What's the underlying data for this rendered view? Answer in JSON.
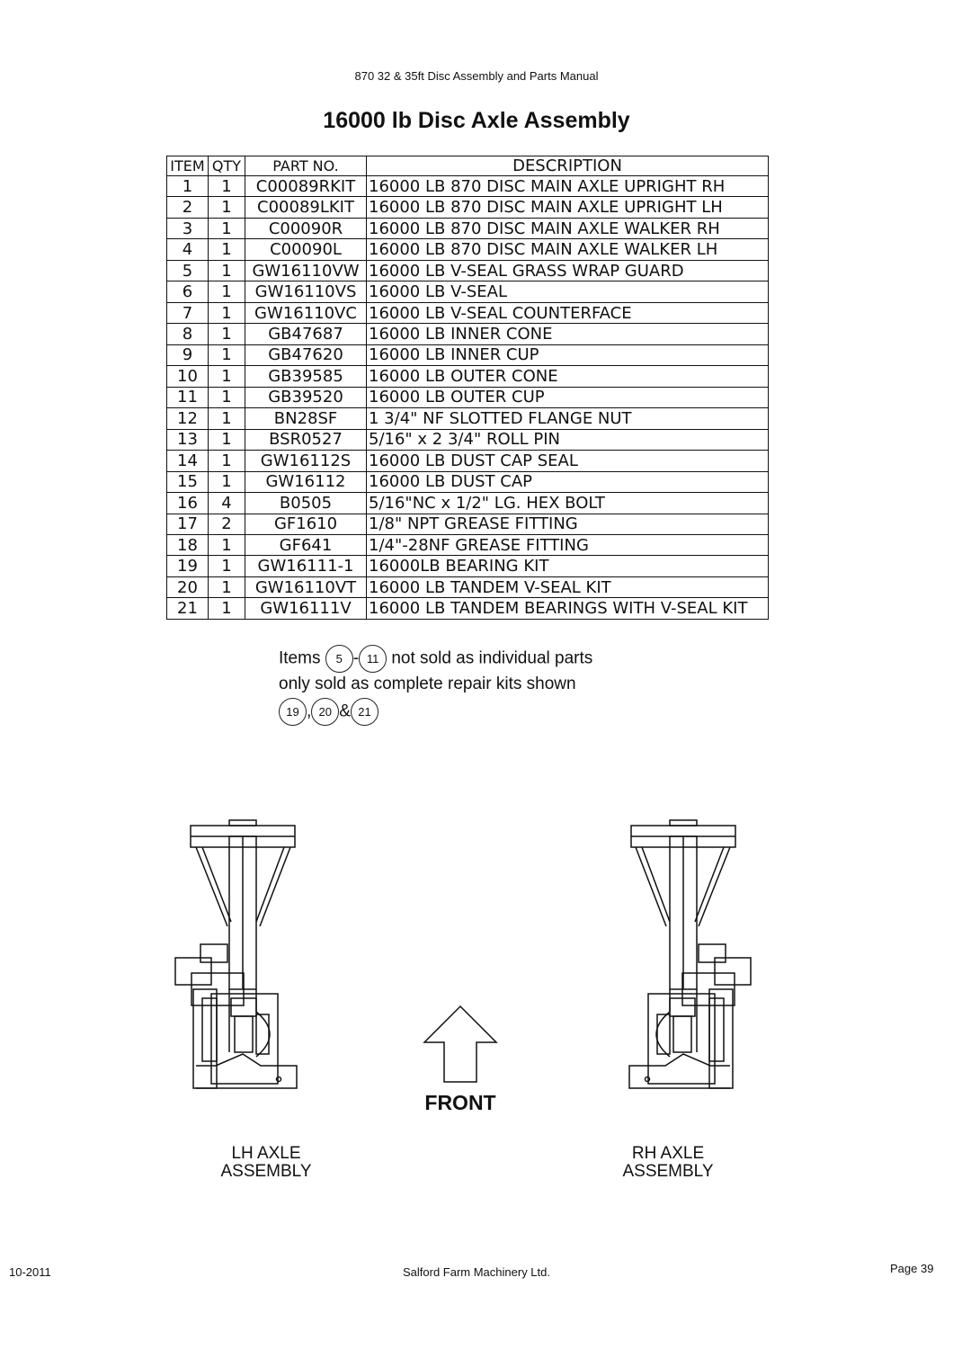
{
  "header": "870 32 & 35ft Disc Assembly and Parts Manual",
  "title": "16000 lb Disc Axle Assembly",
  "table": {
    "headers": [
      "ITEM",
      "QTY",
      "PART NO.",
      "DESCRIPTION"
    ],
    "rows": [
      [
        "1",
        "1",
        "C00089RKIT",
        "16000 LB 870 DISC MAIN AXLE UPRIGHT RH"
      ],
      [
        "2",
        "1",
        "C00089LKIT",
        "16000 LB 870 DISC MAIN AXLE UPRIGHT LH"
      ],
      [
        "3",
        "1",
        "C00090R",
        "16000 LB 870 DISC MAIN AXLE WALKER RH"
      ],
      [
        "4",
        "1",
        "C00090L",
        "16000 LB 870 DISC MAIN AXLE WALKER LH"
      ],
      [
        "5",
        "1",
        "GW16110VW",
        "16000 LB V-SEAL GRASS WRAP GUARD"
      ],
      [
        "6",
        "1",
        "GW16110VS",
        "16000 LB V-SEAL"
      ],
      [
        "7",
        "1",
        "GW16110VC",
        "16000 LB V-SEAL COUNTERFACE"
      ],
      [
        "8",
        "1",
        "GB47687",
        "16000 LB INNER CONE"
      ],
      [
        "9",
        "1",
        "GB47620",
        "16000 LB INNER CUP"
      ],
      [
        "10",
        "1",
        "GB39585",
        "16000 LB OUTER CONE"
      ],
      [
        "11",
        "1",
        "GB39520",
        "16000 LB OUTER CUP"
      ],
      [
        "12",
        "1",
        "BN28SF",
        "1 3/4\" NF SLOTTED FLANGE NUT"
      ],
      [
        "13",
        "1",
        "BSR0527",
        "5/16\" x 2 3/4\" ROLL PIN"
      ],
      [
        "14",
        "1",
        "GW16112S",
        "16000 LB DUST CAP SEAL"
      ],
      [
        "15",
        "1",
        "GW16112",
        "16000 LB DUST CAP"
      ],
      [
        "16",
        "4",
        "B0505",
        "5/16\"NC x 1/2\" LG. HEX BOLT"
      ],
      [
        "17",
        "2",
        "GF1610",
        "1/8\" NPT GREASE FITTING"
      ],
      [
        "18",
        "1",
        "GF641",
        "1/4\"-28NF GREASE FITTING"
      ],
      [
        "19",
        "1",
        "GW16111-1",
        "16000LB BEARING KIT"
      ],
      [
        "20",
        "1",
        "GW16110VT",
        "16000 LB TANDEM V-SEAL KIT"
      ],
      [
        "21",
        "1",
        "GW16111V",
        "16000 LB TANDEM BEARINGS WITH V-SEAL KIT"
      ]
    ]
  },
  "note": {
    "items_word": "Items",
    "start_item": "5",
    "dash": "-",
    "end_item": "11",
    "line1_tail": "not sold as individual parts",
    "line2": "only sold as complete repair kits shown",
    "kit1": "19",
    "comma": ",",
    "kit2": "20",
    "amp": "&",
    "kit3": "21"
  },
  "lh_caption": {
    "line1": "LH AXLE",
    "line2": "ASSEMBLY"
  },
  "rh_caption": {
    "line1": "RH AXLE",
    "line2": "ASSEMBLY"
  },
  "front_label": "FRONT",
  "footer": {
    "date": "10-2011",
    "company": "Salford Farm Machinery Ltd.",
    "page": "Page 39"
  }
}
